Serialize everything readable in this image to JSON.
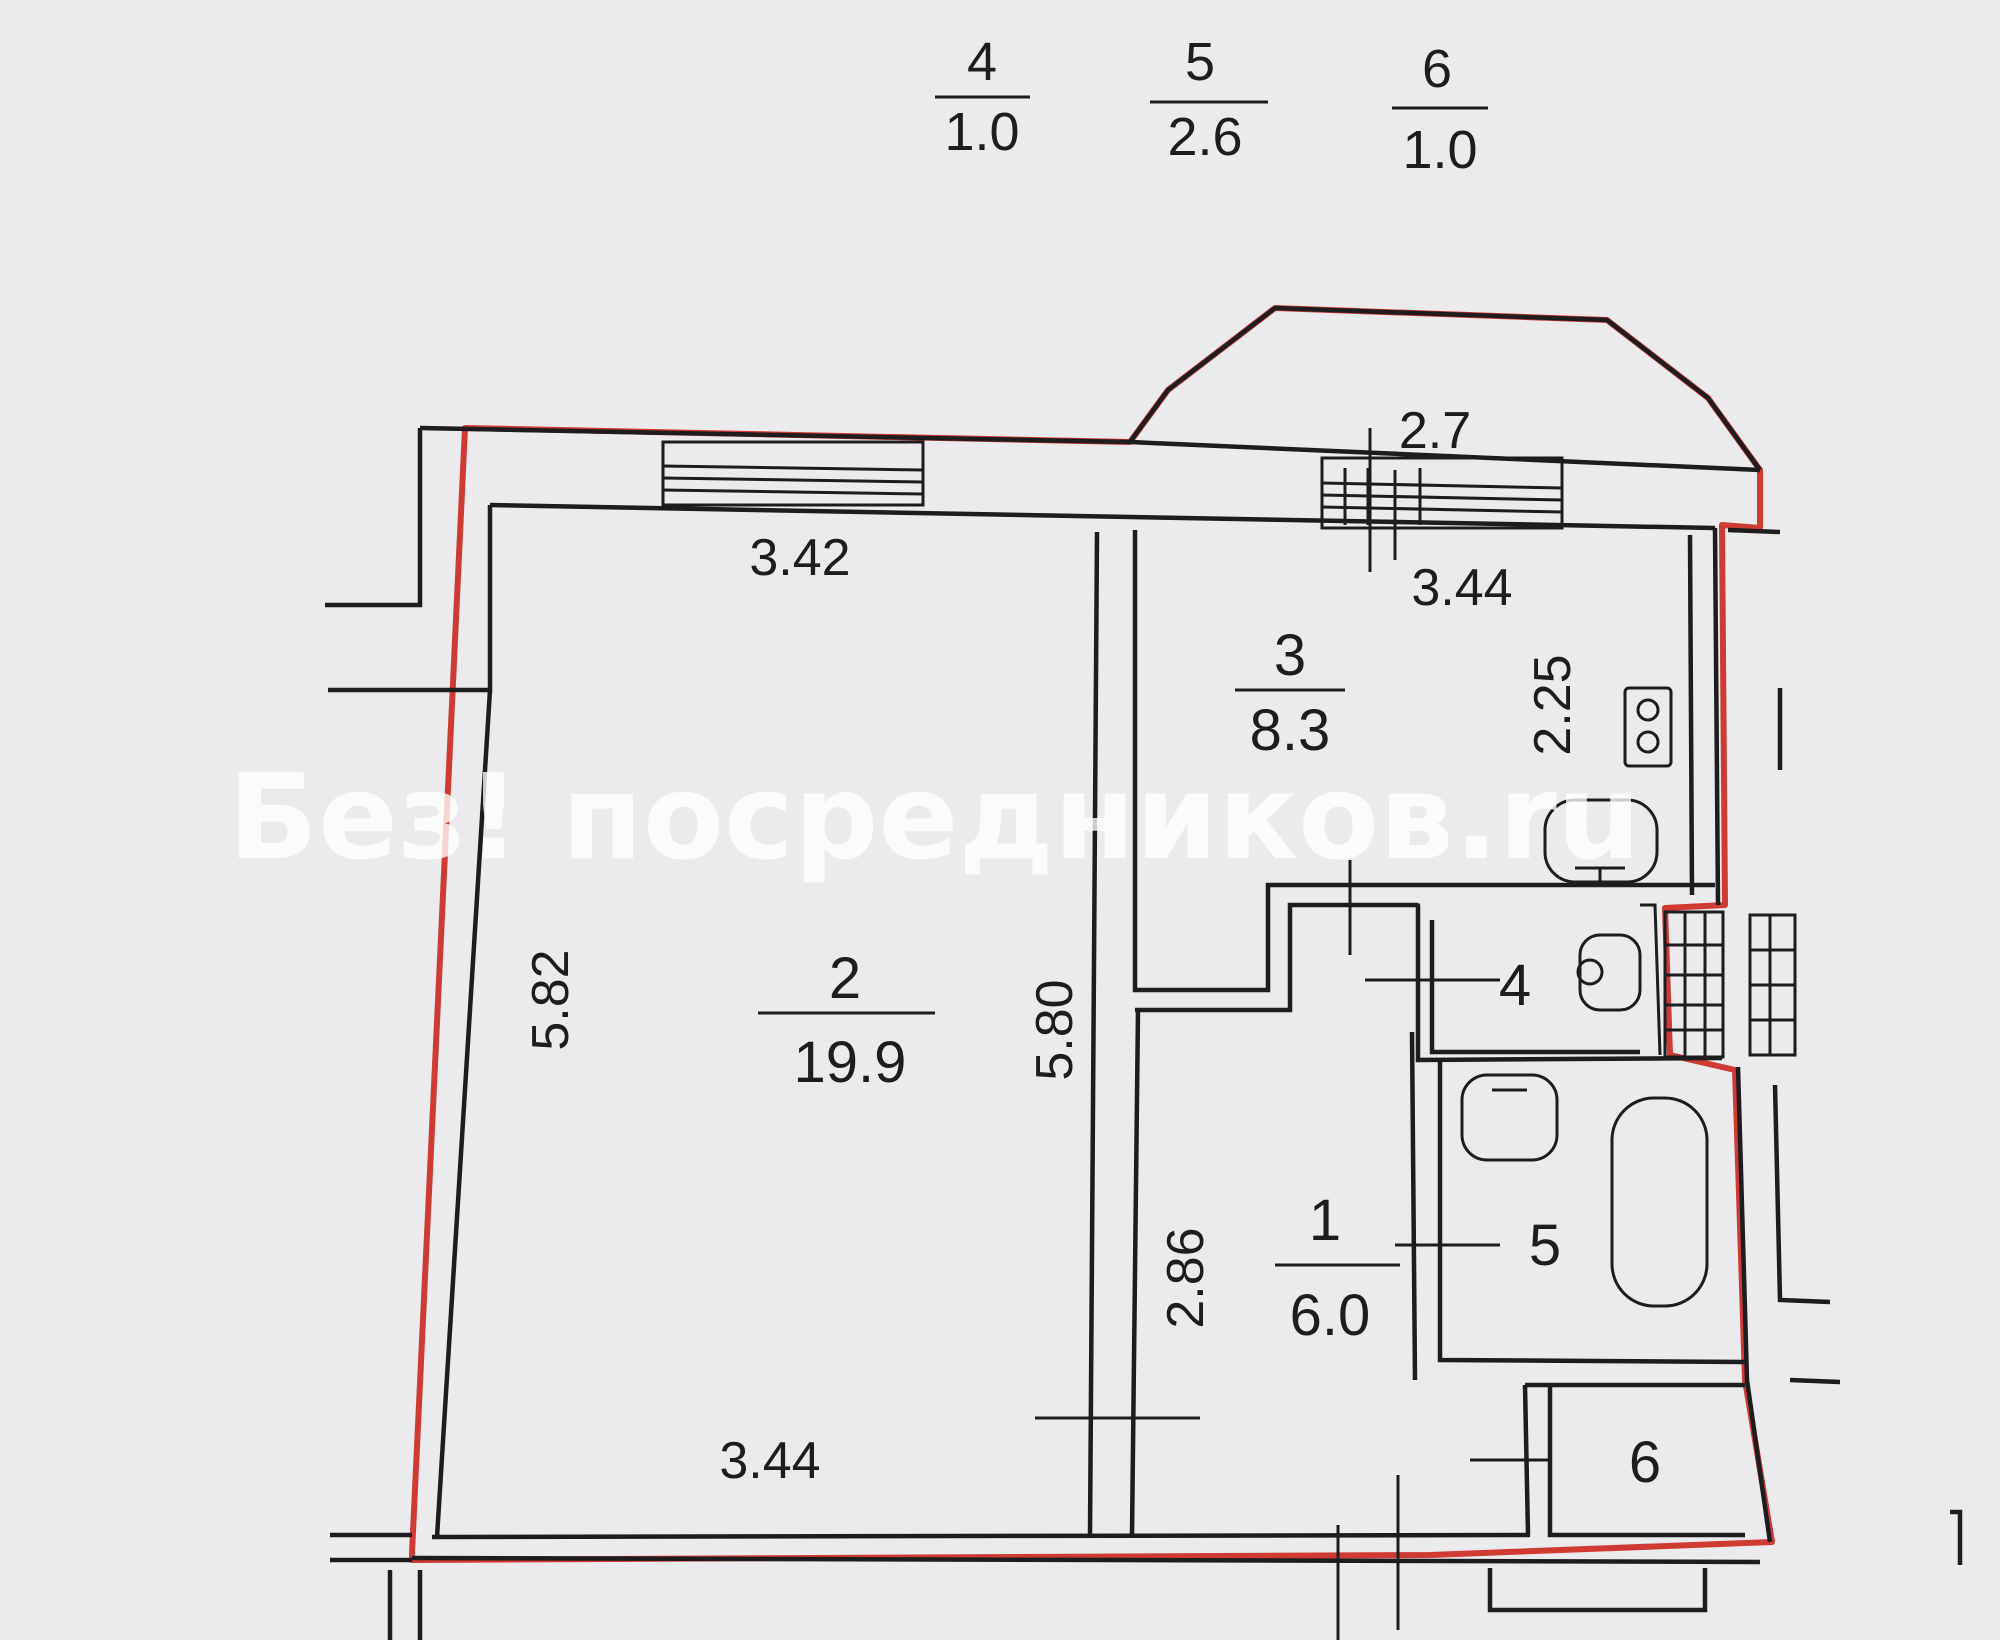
{
  "header_fractions": [
    {
      "num": "4",
      "den": "1.0"
    },
    {
      "num": "5",
      "den": "2.6"
    },
    {
      "num": "6",
      "den": "1.0"
    }
  ],
  "rooms": [
    {
      "num": "2",
      "area": "19.9"
    },
    {
      "num": "3",
      "area": "8.3"
    },
    {
      "num": "1",
      "area": "6.0"
    }
  ],
  "dimensions": {
    "room2_top": "3.42",
    "room2_bottom": "3.44",
    "room2_left": "5.82",
    "room2_right": "5.80",
    "balcony": "2.7",
    "kitchen_top": "3.44",
    "kitchen_side": "2.25",
    "hall_side": "2.86"
  },
  "callouts": {
    "toilet": "4",
    "bathroom": "5",
    "closet": "6"
  },
  "watermark": "Без! посредников.ru",
  "colors": {
    "outline_red": "#cf3b34",
    "ink": "#1d1d1f",
    "paper": "#ebebed"
  }
}
